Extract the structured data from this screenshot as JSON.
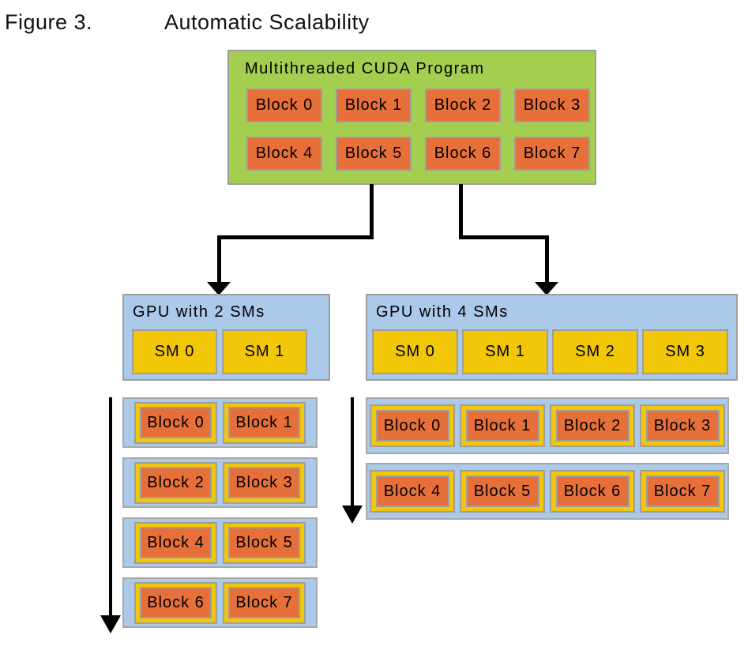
{
  "caption": {
    "label": "Figure 3.",
    "title": "Automatic Scalability"
  },
  "program": {
    "title": "Multithreaded CUDA Program",
    "blocks": [
      "Block 0",
      "Block 1",
      "Block 2",
      "Block 3",
      "Block 4",
      "Block 5",
      "Block 6",
      "Block 7"
    ]
  },
  "gpu2": {
    "title": "GPU with 2 SMs",
    "sms": [
      "SM 0",
      "SM 1"
    ],
    "rows": [
      [
        "Block 0",
        "Block 1"
      ],
      [
        "Block 2",
        "Block 3"
      ],
      [
        "Block 4",
        "Block 5"
      ],
      [
        "Block 6",
        "Block 7"
      ]
    ]
  },
  "gpu4": {
    "title": "GPU with 4 SMs",
    "sms": [
      "SM 0",
      "SM 1",
      "SM 2",
      "SM 3"
    ],
    "rows": [
      [
        "Block 0",
        "Block 1",
        "Block 2",
        "Block 3"
      ],
      [
        "Block 4",
        "Block 5",
        "Block 6",
        "Block 7"
      ]
    ]
  },
  "colors": {
    "program_bg": "#a4ce50",
    "block_bg": "#e7703a",
    "gpu_bg": "#abc9e9",
    "sm_bg": "#f2c609",
    "border": "#9e9e9e",
    "arrow": "#000000",
    "text": "#000000"
  }
}
